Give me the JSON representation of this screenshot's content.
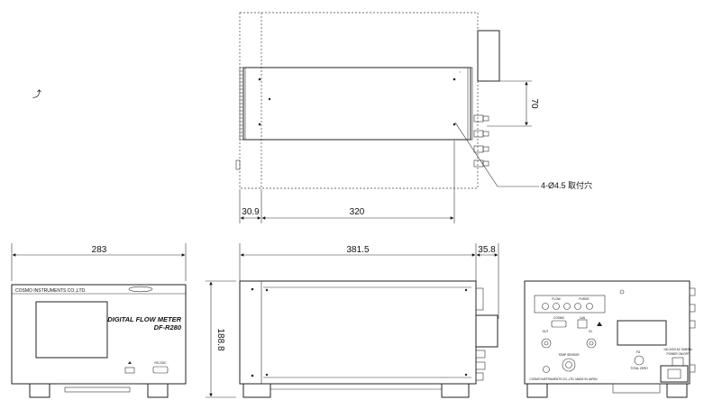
{
  "corner_mark": "⤴",
  "dimensions": {
    "top_height": "70",
    "top_offset": "30.9",
    "top_width": "320",
    "mount_holes": "4-Ø4.5 取付穴",
    "front_width": "283",
    "side_width": "381.5",
    "side_protrusion": "35.8",
    "front_height": "188.8"
  },
  "front_panel": {
    "company": "COSMO INSTRUMENTS CO.,LTD.",
    "product_name": "DIGITAL FLOW METER",
    "model": "DF-R280",
    "port_label": "RS-232C"
  },
  "rear_panel": {
    "label_flow": "FLOW",
    "label_purge": "PURGE",
    "label_cosmo": "COSMO",
    "label_lan": "LAN",
    "label_in": "IN",
    "label_out": "OUT",
    "label_temp_sensor": "TEMP SENSOR",
    "label_fg": "FG",
    "label_total_zero": "TOTAL ZERO",
    "label_power": "100-240V AC 50/60Hz",
    "label_power2": "POWER ON/OFF",
    "company_footer": "COSMO INSTRUMENTS CO.,LTD. MADE IN JAPAN"
  },
  "colors": {
    "line": "#222222",
    "background": "#ffffff"
  }
}
